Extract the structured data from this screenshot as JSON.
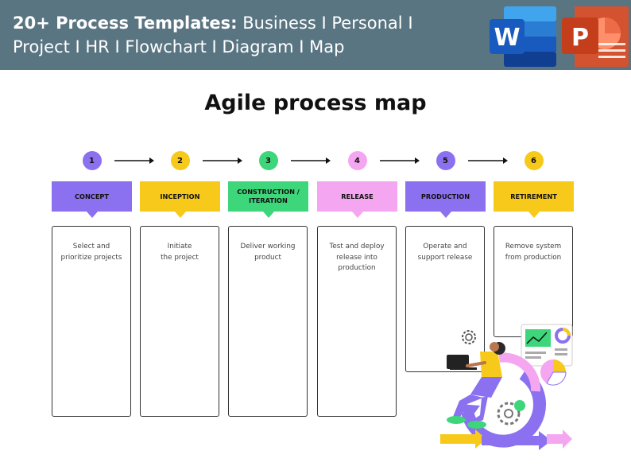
{
  "banner": {
    "bold_text": "20+ Process Templates:",
    "regular_text": " Business I Personal I Project I HR I Flowchart I Diagram I Map"
  },
  "apps": {
    "word_letter": "W",
    "ppt_letter": "P",
    "word_color": "#185abd",
    "ppt_color": "#c43e1c"
  },
  "title": "Agile process map",
  "steps": [
    {
      "number": "1",
      "label": "CONCEPT",
      "description": "Select and\nprioritize projects",
      "color": "#8b71f0"
    },
    {
      "number": "2",
      "label": "INCEPTION",
      "description": "Initiate\nthe project",
      "color": "#f7c91a"
    },
    {
      "number": "3",
      "label": "CONSTRUCTION /\nITERATION",
      "description": "Deliver working\nproduct",
      "color": "#3dd67a"
    },
    {
      "number": "4",
      "label": "RELEASE",
      "description": "Test and deploy\nrelease into\nproduction",
      "color": "#f5a6f0"
    },
    {
      "number": "5",
      "label": "PRODUCTION",
      "description": "Operate and\nsupport release",
      "color": "#8b71f0"
    },
    {
      "number": "6",
      "label": "RETIREMENT",
      "description": "Remove system\nfrom production",
      "color": "#f7c91a"
    }
  ]
}
